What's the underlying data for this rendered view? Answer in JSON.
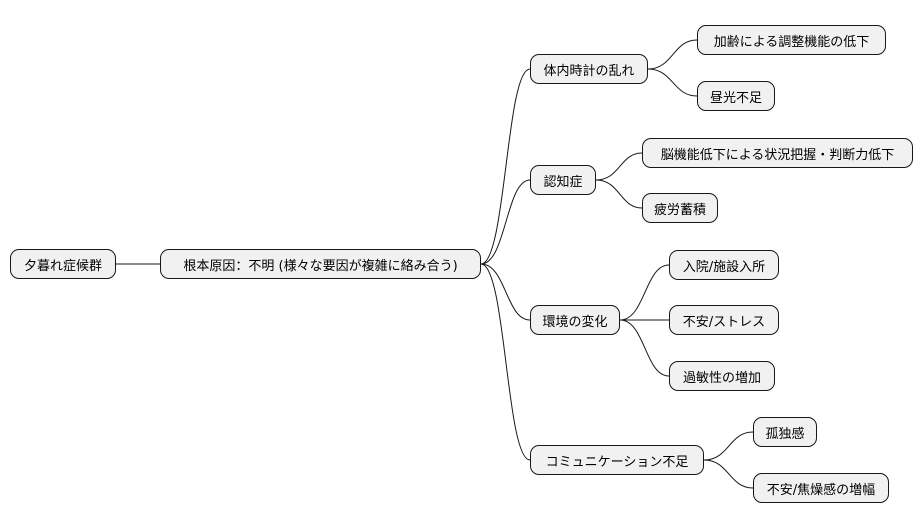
{
  "mindmap": {
    "root": "夕暮れ症候群",
    "cause": "根本原因：不明 (様々な要因が複雑に絡み合う)",
    "branches": [
      {
        "label": "体内時計の乱れ",
        "children": [
          "加齢による調整機能の低下",
          "昼光不足"
        ]
      },
      {
        "label": "認知症",
        "children": [
          "脳機能低下による状況把握・判断力低下",
          "疲労蓄積"
        ]
      },
      {
        "label": "環境の変化",
        "children": [
          "入院/施設入所",
          "不安/ストレス",
          "過敏性の増加"
        ]
      },
      {
        "label": "コミュニケーション不足",
        "children": [
          "孤独感",
          "不安/焦燥感の増幅"
        ]
      }
    ]
  },
  "colors": {
    "node_fill": "#f1f1f1",
    "node_border": "#181818",
    "line": "#181818"
  }
}
